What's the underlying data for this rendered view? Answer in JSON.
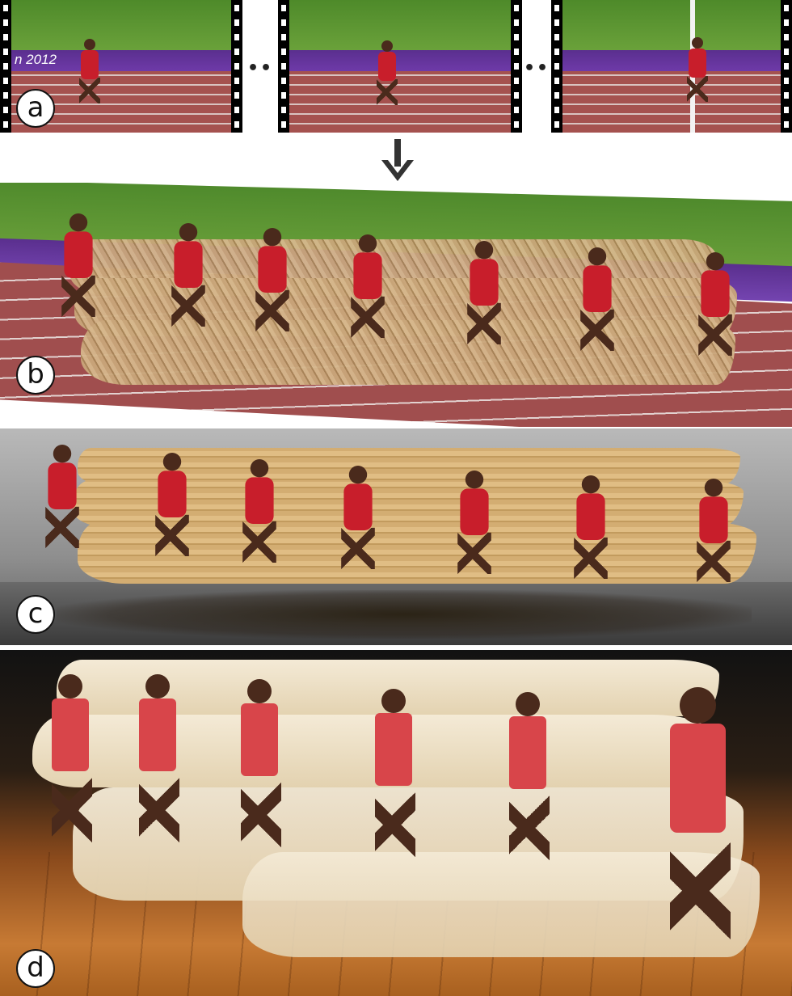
{
  "panels": {
    "a": {
      "label": "a",
      "overlay_text": "n 2012"
    },
    "b": {
      "label": "b"
    },
    "c": {
      "label": "c"
    },
    "d": {
      "label": "d"
    }
  },
  "colors": {
    "grass": "#5b8f2e",
    "purple_band": "#6437a0",
    "track": "#a5524f",
    "runner_kit": "#c81e2b",
    "wood": "#c9a67a",
    "white_print": "#f1e6cf",
    "floor_wood": "#c77a34"
  },
  "icons": [
    "down-arrow-icon",
    "film-sprocket-icon",
    "ellipsis-icon"
  ],
  "ellipsis": "••"
}
